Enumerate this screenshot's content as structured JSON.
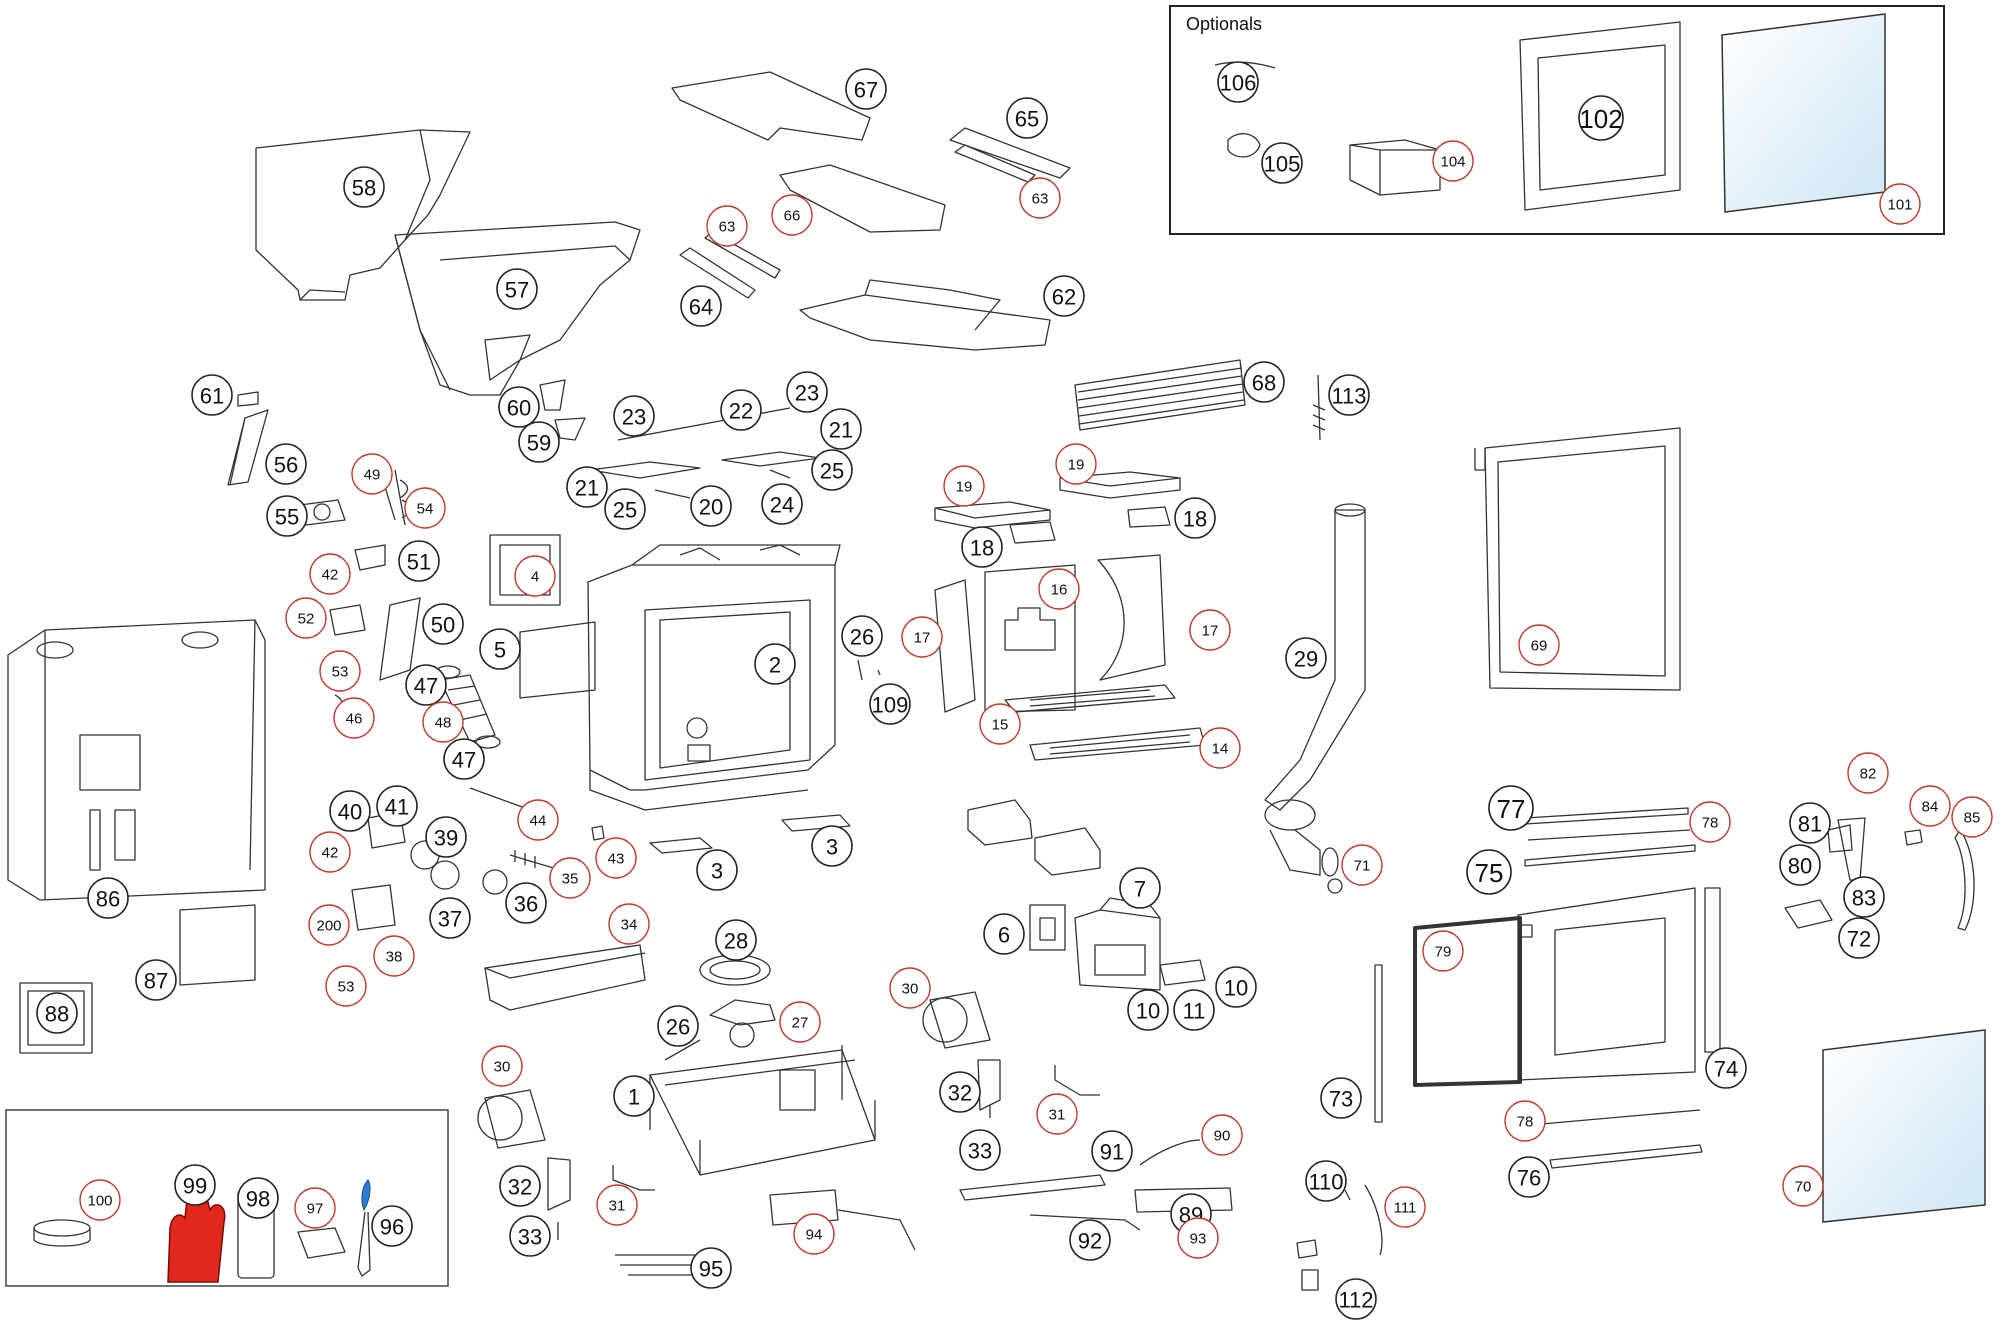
{
  "optionals_box": {
    "title": "Optionals"
  },
  "colors": {
    "callout_red": "#c0392b",
    "callout_black": "#222222",
    "glove": "#e0281c",
    "scraper_handle": "#2a7fd4",
    "glass_tint": "#d7ecf7"
  },
  "callouts": [
    {
      "label": "1",
      "red": false
    },
    {
      "label": "2",
      "red": false
    },
    {
      "label": "3",
      "red": false
    },
    {
      "label": "3",
      "red": false
    },
    {
      "label": "4",
      "red": true
    },
    {
      "label": "5",
      "red": false
    },
    {
      "label": "6",
      "red": false
    },
    {
      "label": "7",
      "red": false
    },
    {
      "label": "10",
      "red": false
    },
    {
      "label": "10",
      "red": false
    },
    {
      "label": "11",
      "red": false
    },
    {
      "label": "14",
      "red": true
    },
    {
      "label": "15",
      "red": true
    },
    {
      "label": "16",
      "red": true
    },
    {
      "label": "17",
      "red": true
    },
    {
      "label": "17",
      "red": true
    },
    {
      "label": "18",
      "red": false
    },
    {
      "label": "18",
      "red": false
    },
    {
      "label": "19",
      "red": true
    },
    {
      "label": "19",
      "red": true
    },
    {
      "label": "20",
      "red": false
    },
    {
      "label": "21",
      "red": false
    },
    {
      "label": "21",
      "red": false
    },
    {
      "label": "22",
      "red": false
    },
    {
      "label": "23",
      "red": false
    },
    {
      "label": "23",
      "red": false
    },
    {
      "label": "24",
      "red": false
    },
    {
      "label": "25",
      "red": false
    },
    {
      "label": "25",
      "red": false
    },
    {
      "label": "26",
      "red": false
    },
    {
      "label": "26",
      "red": false
    },
    {
      "label": "27",
      "red": true
    },
    {
      "label": "28",
      "red": false
    },
    {
      "label": "29",
      "red": false
    },
    {
      "label": "30",
      "red": true
    },
    {
      "label": "30",
      "red": true
    },
    {
      "label": "31",
      "red": true
    },
    {
      "label": "31",
      "red": true
    },
    {
      "label": "32",
      "red": false
    },
    {
      "label": "32",
      "red": false
    },
    {
      "label": "33",
      "red": false
    },
    {
      "label": "33",
      "red": false
    },
    {
      "label": "34",
      "red": true
    },
    {
      "label": "35",
      "red": true
    },
    {
      "label": "36",
      "red": false
    },
    {
      "label": "37",
      "red": false
    },
    {
      "label": "38",
      "red": true
    },
    {
      "label": "39",
      "red": false
    },
    {
      "label": "40",
      "red": false
    },
    {
      "label": "41",
      "red": false
    },
    {
      "label": "42",
      "red": true
    },
    {
      "label": "42",
      "red": true
    },
    {
      "label": "43",
      "red": true
    },
    {
      "label": "44",
      "red": true
    },
    {
      "label": "46",
      "red": true
    },
    {
      "label": "47",
      "red": false
    },
    {
      "label": "47",
      "red": false
    },
    {
      "label": "48",
      "red": true
    },
    {
      "label": "49",
      "red": true
    },
    {
      "label": "50",
      "red": false
    },
    {
      "label": "51",
      "red": false
    },
    {
      "label": "52",
      "red": true
    },
    {
      "label": "53",
      "red": true
    },
    {
      "label": "53",
      "red": true
    },
    {
      "label": "54",
      "red": true
    },
    {
      "label": "55",
      "red": false
    },
    {
      "label": "56",
      "red": false
    },
    {
      "label": "57",
      "red": false
    },
    {
      "label": "58",
      "red": false
    },
    {
      "label": "59",
      "red": false
    },
    {
      "label": "60",
      "red": false
    },
    {
      "label": "61",
      "red": false
    },
    {
      "label": "62",
      "red": false
    },
    {
      "label": "63",
      "red": true
    },
    {
      "label": "63",
      "red": true
    },
    {
      "label": "64",
      "red": false
    },
    {
      "label": "65",
      "red": false
    },
    {
      "label": "66",
      "red": true
    },
    {
      "label": "67",
      "red": false
    },
    {
      "label": "68",
      "red": false
    },
    {
      "label": "69",
      "red": true
    },
    {
      "label": "70",
      "red": true
    },
    {
      "label": "71",
      "red": true
    },
    {
      "label": "72",
      "red": false
    },
    {
      "label": "73",
      "red": false
    },
    {
      "label": "74",
      "red": false
    },
    {
      "label": "75",
      "red": false
    },
    {
      "label": "76",
      "red": false
    },
    {
      "label": "77",
      "red": false
    },
    {
      "label": "78",
      "red": true
    },
    {
      "label": "78",
      "red": true
    },
    {
      "label": "79",
      "red": true
    },
    {
      "label": "80",
      "red": false
    },
    {
      "label": "81",
      "red": false
    },
    {
      "label": "82",
      "red": true
    },
    {
      "label": "83",
      "red": false
    },
    {
      "label": "84",
      "red": true
    },
    {
      "label": "85",
      "red": true
    },
    {
      "label": "86",
      "red": false
    },
    {
      "label": "87",
      "red": false
    },
    {
      "label": "88",
      "red": false
    },
    {
      "label": "89",
      "red": false
    },
    {
      "label": "90",
      "red": true
    },
    {
      "label": "91",
      "red": false
    },
    {
      "label": "92",
      "red": false
    },
    {
      "label": "93",
      "red": true
    },
    {
      "label": "94",
      "red": true
    },
    {
      "label": "95",
      "red": false
    },
    {
      "label": "96",
      "red": false
    },
    {
      "label": "97",
      "red": true
    },
    {
      "label": "98",
      "red": false
    },
    {
      "label": "99",
      "red": false
    },
    {
      "label": "100",
      "red": true
    },
    {
      "label": "101",
      "red": true
    },
    {
      "label": "102",
      "red": false
    },
    {
      "label": "104",
      "red": true
    },
    {
      "label": "105",
      "red": false
    },
    {
      "label": "106",
      "red": false
    },
    {
      "label": "109",
      "red": false
    },
    {
      "label": "110",
      "red": false
    },
    {
      "label": "111",
      "red": true
    },
    {
      "label": "112",
      "red": false
    },
    {
      "label": "113",
      "red": false
    },
    {
      "label": "200",
      "red": true
    }
  ]
}
